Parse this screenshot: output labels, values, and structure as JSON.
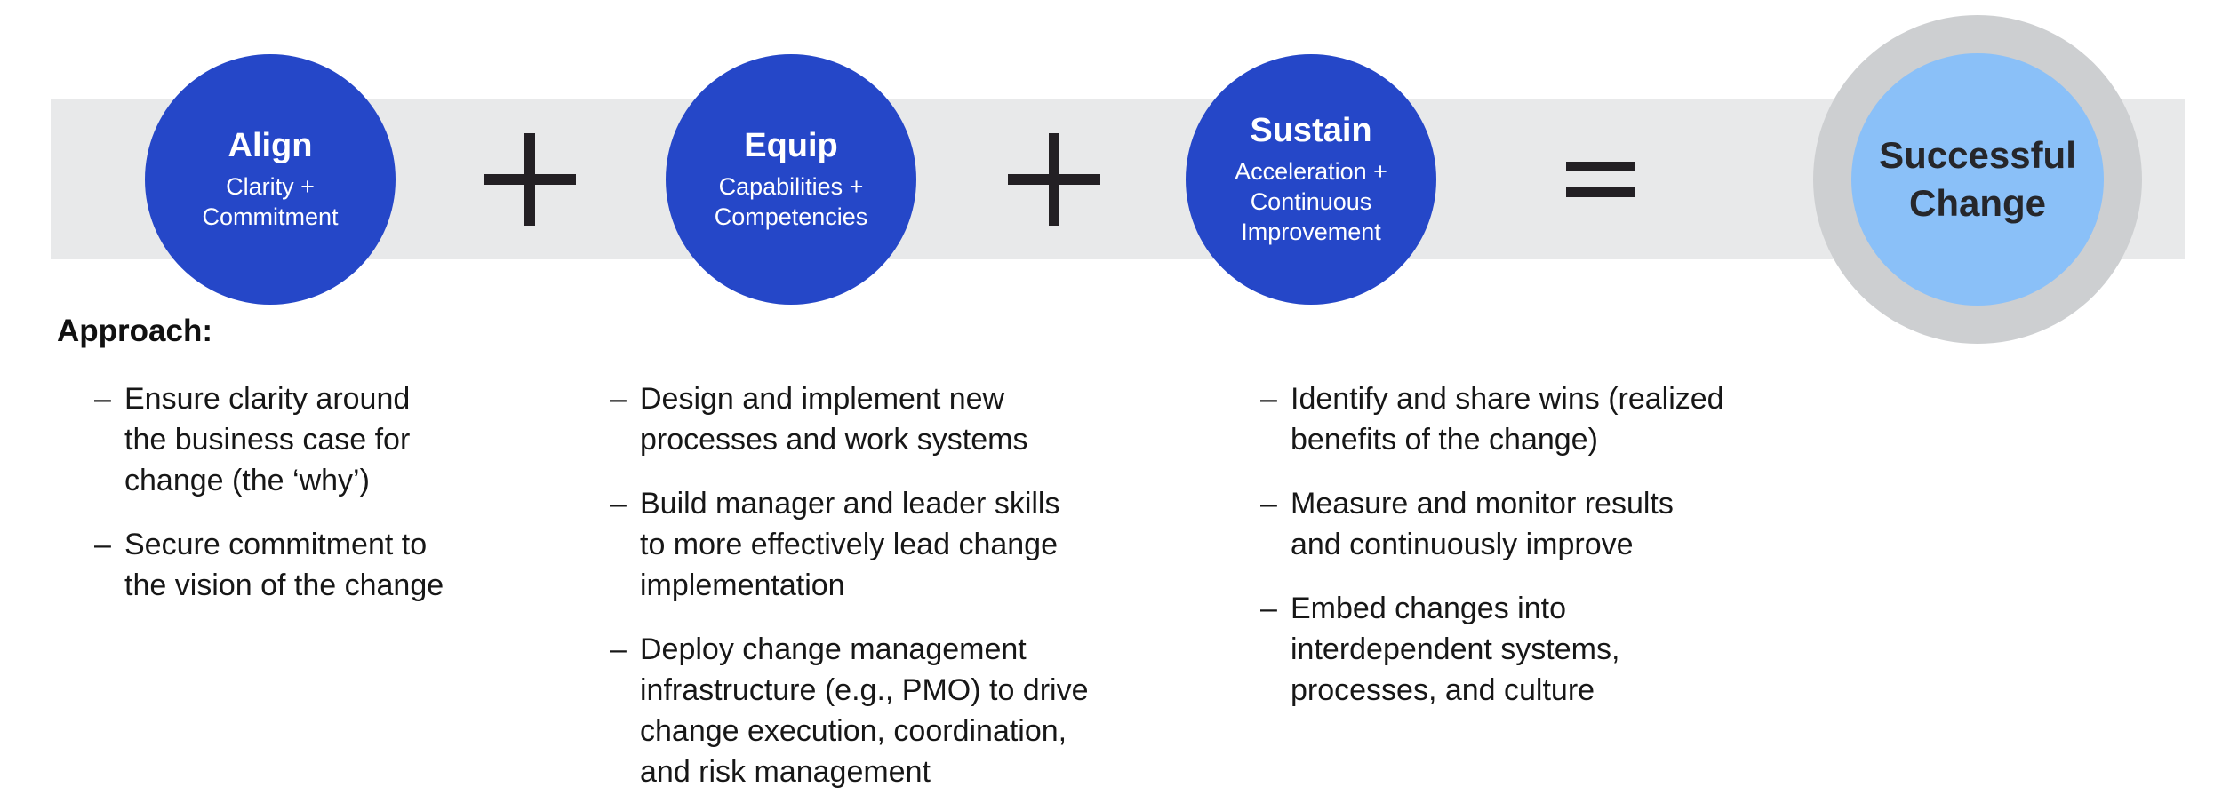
{
  "colors": {
    "stage_circle_blue": "#2547C8",
    "result_inner_blue": "#8AC0F8",
    "result_ring_gray": "#CDCFD1",
    "band_gray": "#E8E9EA",
    "operator_black": "#232024",
    "text_black": "#171717"
  },
  "equation": {
    "stages": [
      {
        "title": "Align",
        "subtitle_lines": [
          "Clarity +",
          "Commitment"
        ]
      },
      {
        "title": "Equip",
        "subtitle_lines": [
          "Capabilities +",
          "Competencies"
        ]
      },
      {
        "title": "Sustain",
        "subtitle_lines": [
          "Acceleration +",
          "Continuous",
          "Improvement"
        ]
      }
    ],
    "operators": [
      "+",
      "+",
      "="
    ],
    "result": {
      "lines": [
        "Successful",
        "Change"
      ]
    }
  },
  "approach": {
    "heading": "Approach:",
    "bullet_marker": "–",
    "columns": [
      {
        "stage": "Align",
        "bullets": [
          "Ensure clarity around the business case for change (the ‘why’)",
          "Secure commitment to the vision of the change"
        ]
      },
      {
        "stage": "Equip",
        "bullets": [
          "Design and implement new processes and work systems",
          "Build manager and leader skills to more effectively lead change implementation",
          "Deploy change management infrastructure (e.g., PMO) to drive change execution, coordination, and risk management"
        ]
      },
      {
        "stage": "Sustain",
        "bullets": [
          "Identify and share wins (realized benefits of the change)",
          "Measure and monitor results and continuously improve",
          "Embed changes into interdependent systems, processes, and culture"
        ]
      }
    ]
  }
}
